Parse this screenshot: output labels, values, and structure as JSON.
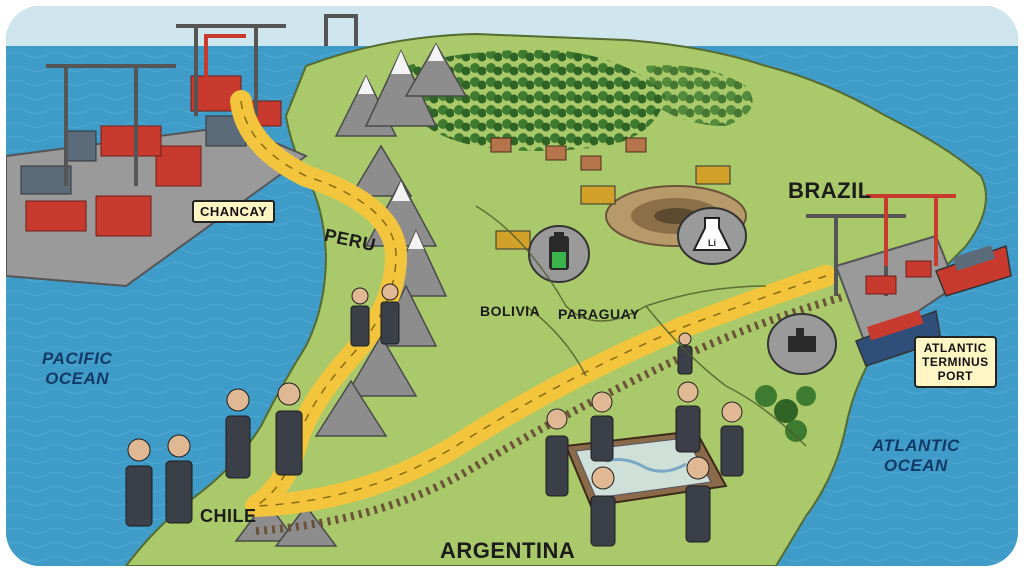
{
  "labels": {
    "chancay": "CHANCAY",
    "peru": "PERU",
    "bolivia": "BOLIVIA",
    "paraguay": "PARAGUAY",
    "brazil": "BRAZIL",
    "chile": "CHILE",
    "argentina": "ARGENTINA",
    "pacific_ocean_1": "PACIFIC",
    "pacific_ocean_2": "OCEAN",
    "atlantic_ocean_1": "ATLANTIC",
    "atlantic_ocean_2": "OCEAN",
    "atlantic_port_1": "ATLANTIC",
    "atlantic_port_2": "TERMINUS",
    "atlantic_port_3": "PORT",
    "lithium_symbol": "Li"
  },
  "colors": {
    "ocean": "#3f9bc8",
    "land": "#a9c96a",
    "forest": "#3e7a2f",
    "road": "#f2c53d",
    "rail": "#6b5238",
    "mountain": "#8d8d8d",
    "container_red": "#c93a2e",
    "label_box": "#fff6c4"
  },
  "icons": [
    "battery-icon",
    "lithium-flask-icon",
    "ore-crusher-icon",
    "container-crane-icon",
    "cargo-ship-icon",
    "mining-truck-icon",
    "handshake-figures"
  ]
}
